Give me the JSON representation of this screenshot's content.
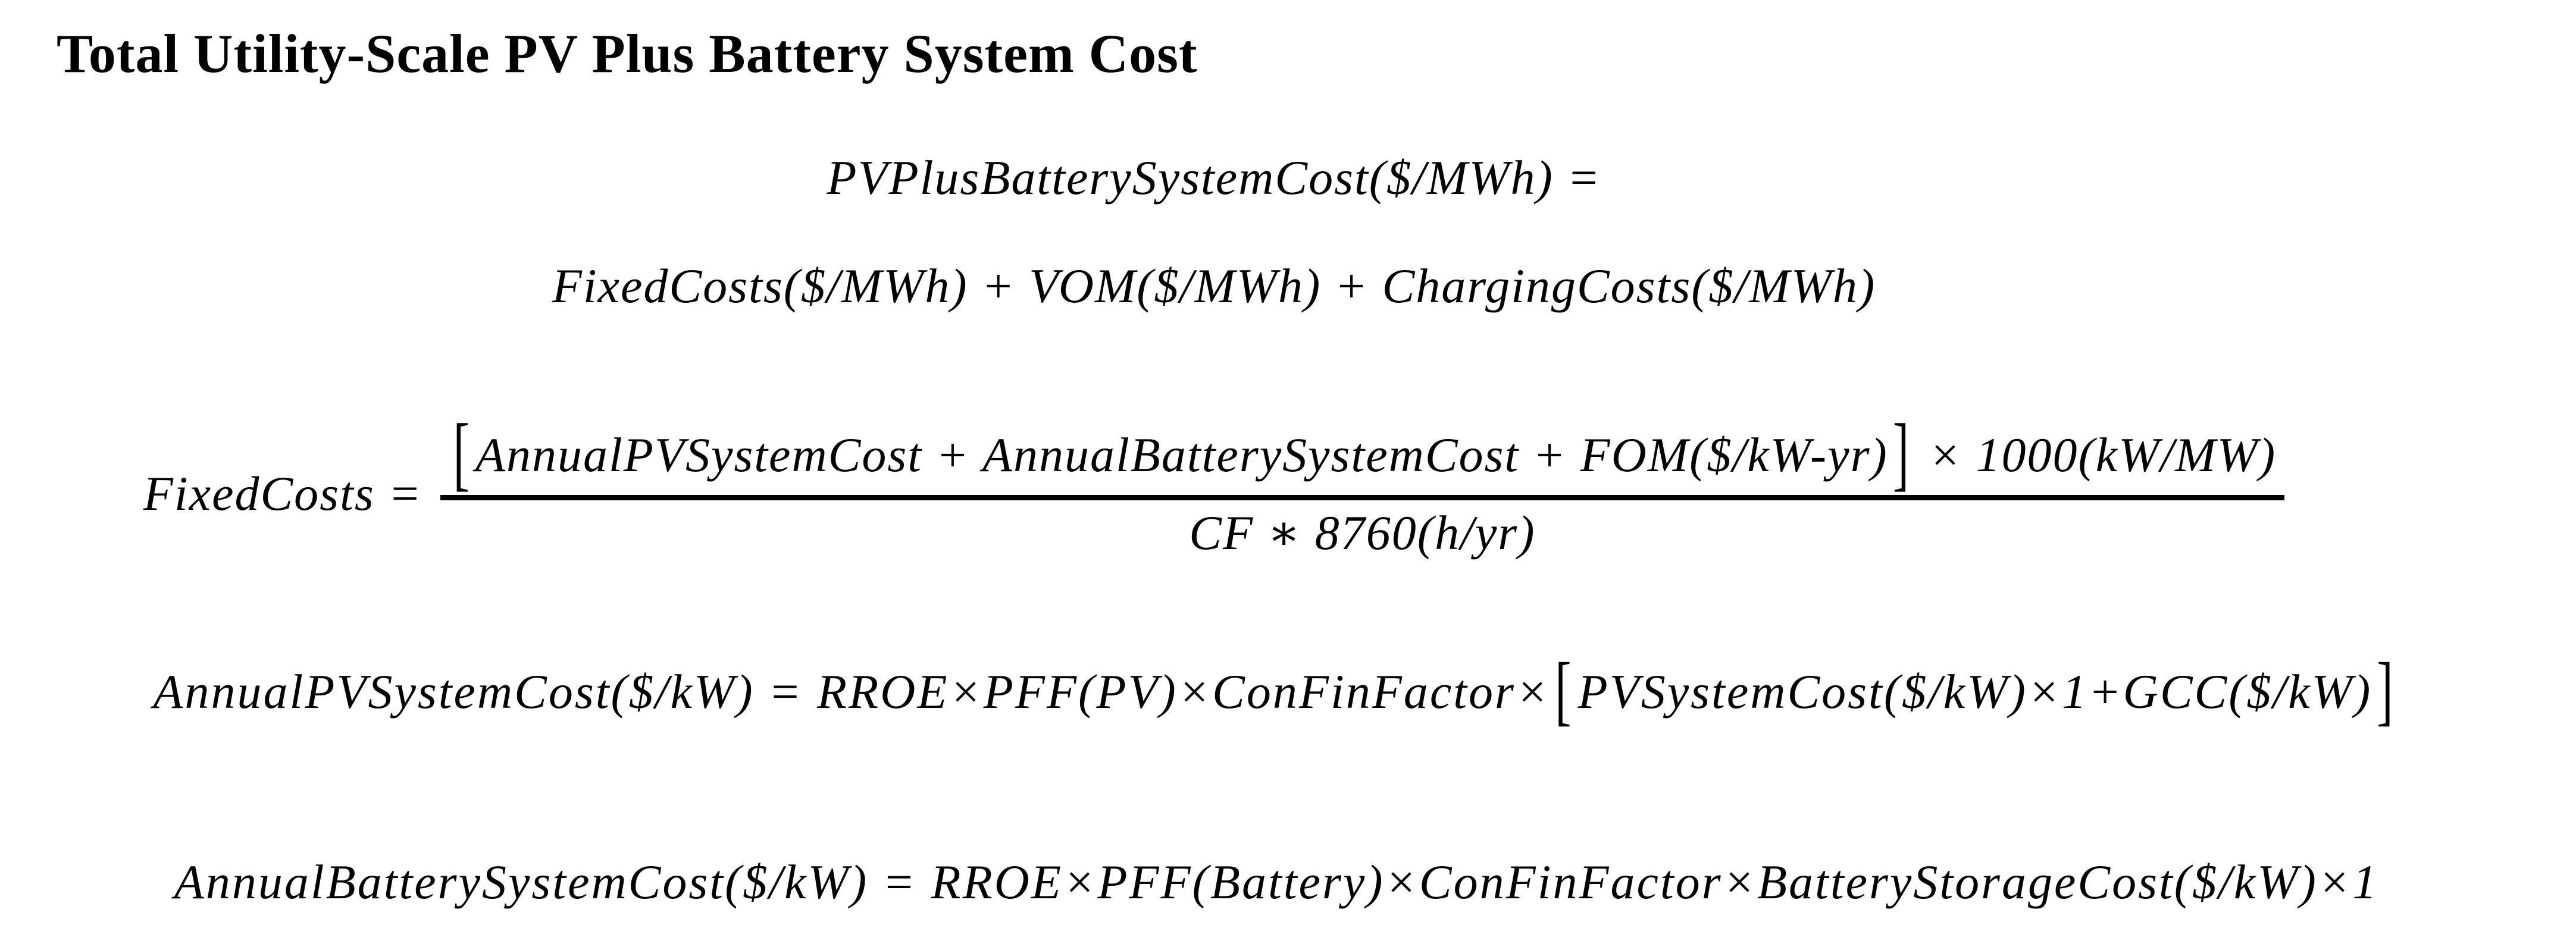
{
  "colors": {
    "background": "#ffffff",
    "text": "#000000"
  },
  "title": "Total Utility-Scale PV Plus Battery System Cost",
  "equations": {
    "eq1": "PVPlusBatterySystemCost($/MWh) =",
    "eq2": "FixedCosts($/MWh) + VOM($/MWh) + ChargingCosts($/MWh)",
    "eq3": {
      "lhs": "FixedCosts =",
      "open_bracket": "[",
      "numerator_content": "AnnualPVSystemCost + AnnualBatterySystemCost + FOM($/kW-yr)",
      "close_bracket": "]",
      "numerator_suffix": " × 1000(kW/MW)",
      "denominator": "CF ∗ 8760(h/yr)"
    },
    "eq4": {
      "prefix": "AnnualPVSystemCost($/kW) = RROE×PFF(PV)×ConFinFactor×",
      "open_bracket": "[",
      "bracket_content": "PVSystemCost($/kW)×1+GCC($/kW)",
      "close_bracket": "]"
    },
    "eq5": "AnnualBatterySystemCost($/kW) = RROE×PFF(Battery)×ConFinFactor×BatteryStorageCost($/kW)×1"
  }
}
